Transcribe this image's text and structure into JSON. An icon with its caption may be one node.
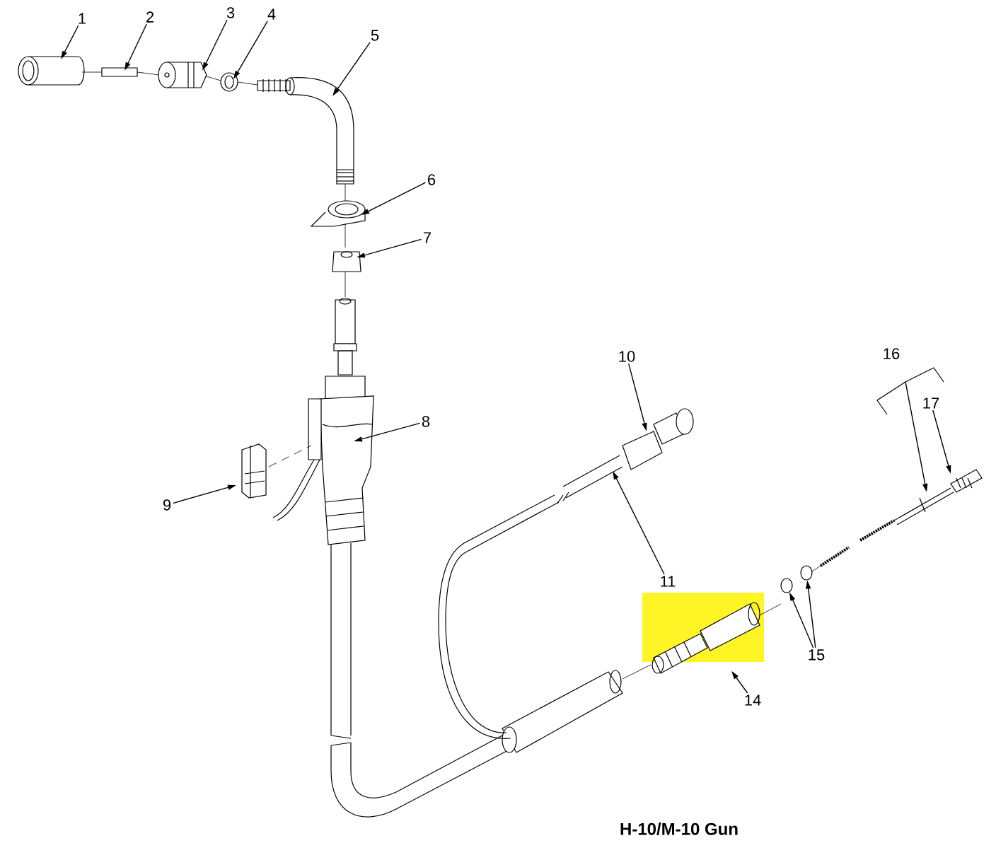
{
  "diagram": {
    "caption": "H-10/M-10 Gun",
    "nodes": [
      {
        "text": [
          "1"
        ]
      },
      {
        "text": [
          "2"
        ]
      },
      {
        "text": [
          "3"
        ]
      },
      {
        "text": [
          "4"
        ]
      },
      {
        "text": [
          "5"
        ]
      },
      {
        "text": [
          "6"
        ]
      },
      {
        "text": [
          "7"
        ]
      },
      {
        "text": [
          "8"
        ]
      },
      {
        "text": [
          "9"
        ]
      },
      {
        "text": [
          "10"
        ]
      },
      {
        "text": [
          "11"
        ]
      },
      {
        "text": [
          "14"
        ]
      },
      {
        "text": [
          "15"
        ]
      },
      {
        "text": [
          "16"
        ]
      },
      {
        "text": [
          "17"
        ]
      },
      {
        "text": [],
        "shape": "picture"
      },
      {
        "text": [],
        "shape": "circle"
      },
      {
        "text": [],
        "shape": "circle"
      }
    ],
    "edges": [
      {
        "from": 0,
        "to": null,
        "arrow": "to"
      },
      {
        "from": 1,
        "to": null,
        "arrow": "to"
      },
      {
        "from": 2,
        "to": null,
        "arrow": "to"
      },
      {
        "from": 3,
        "to": null,
        "arrow": "to"
      },
      {
        "from": 4,
        "to": null,
        "arrow": "to"
      },
      {
        "from": 5,
        "to": null,
        "arrow": "to"
      },
      {
        "from": 6,
        "to": null,
        "arrow": "to"
      },
      {
        "from": 7,
        "to": null,
        "arrow": "to"
      },
      {
        "from": 8,
        "to": null,
        "arrow": "to"
      },
      {
        "from": 9,
        "to": null,
        "arrow": "to"
      },
      {
        "from": 10,
        "to": null,
        "arrow": "to"
      },
      {
        "from": 11,
        "to": 15,
        "arrow": "to"
      },
      {
        "from": 12,
        "to": 16,
        "arrow": "to"
      },
      {
        "from": 12,
        "to": 17,
        "arrow": "to"
      },
      {
        "from": 13,
        "to": null,
        "arrow": "to"
      },
      {
        "from": 14,
        "to": null,
        "arrow": "to"
      }
    ]
  }
}
